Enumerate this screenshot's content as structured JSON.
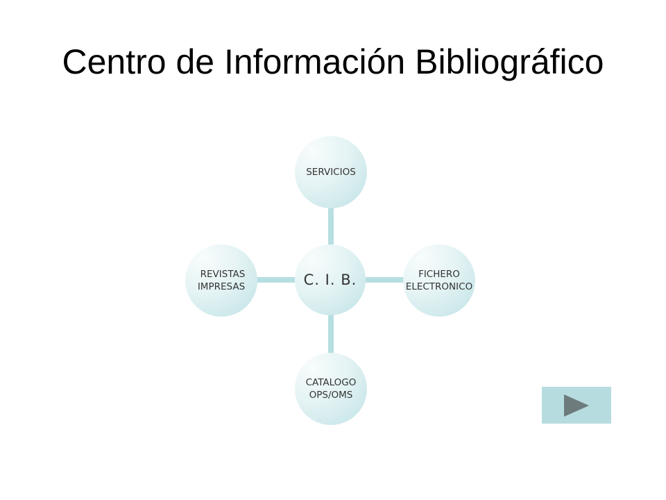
{
  "slide": {
    "title": "Centro de Información Bibliográfico"
  },
  "diagram": {
    "center": {
      "label": "C. I. B."
    },
    "top": {
      "label": "SERVICIOS"
    },
    "right": {
      "line1": "FICHERO",
      "line2": "ELECTRONICO"
    },
    "bottom": {
      "line1": "CATALOGO",
      "line2": "OPS/OMS"
    },
    "left": {
      "line1": "REVISTAS",
      "line2": "IMPRESAS"
    }
  },
  "navigation": {
    "next_icon": "play-right-icon"
  },
  "colors": {
    "node_light": "#f8fcfc",
    "node_dark": "#bfe2e5",
    "connector": "#b7dfe2",
    "button": "#b7dcdf",
    "arrow": "#6d7b7d"
  }
}
